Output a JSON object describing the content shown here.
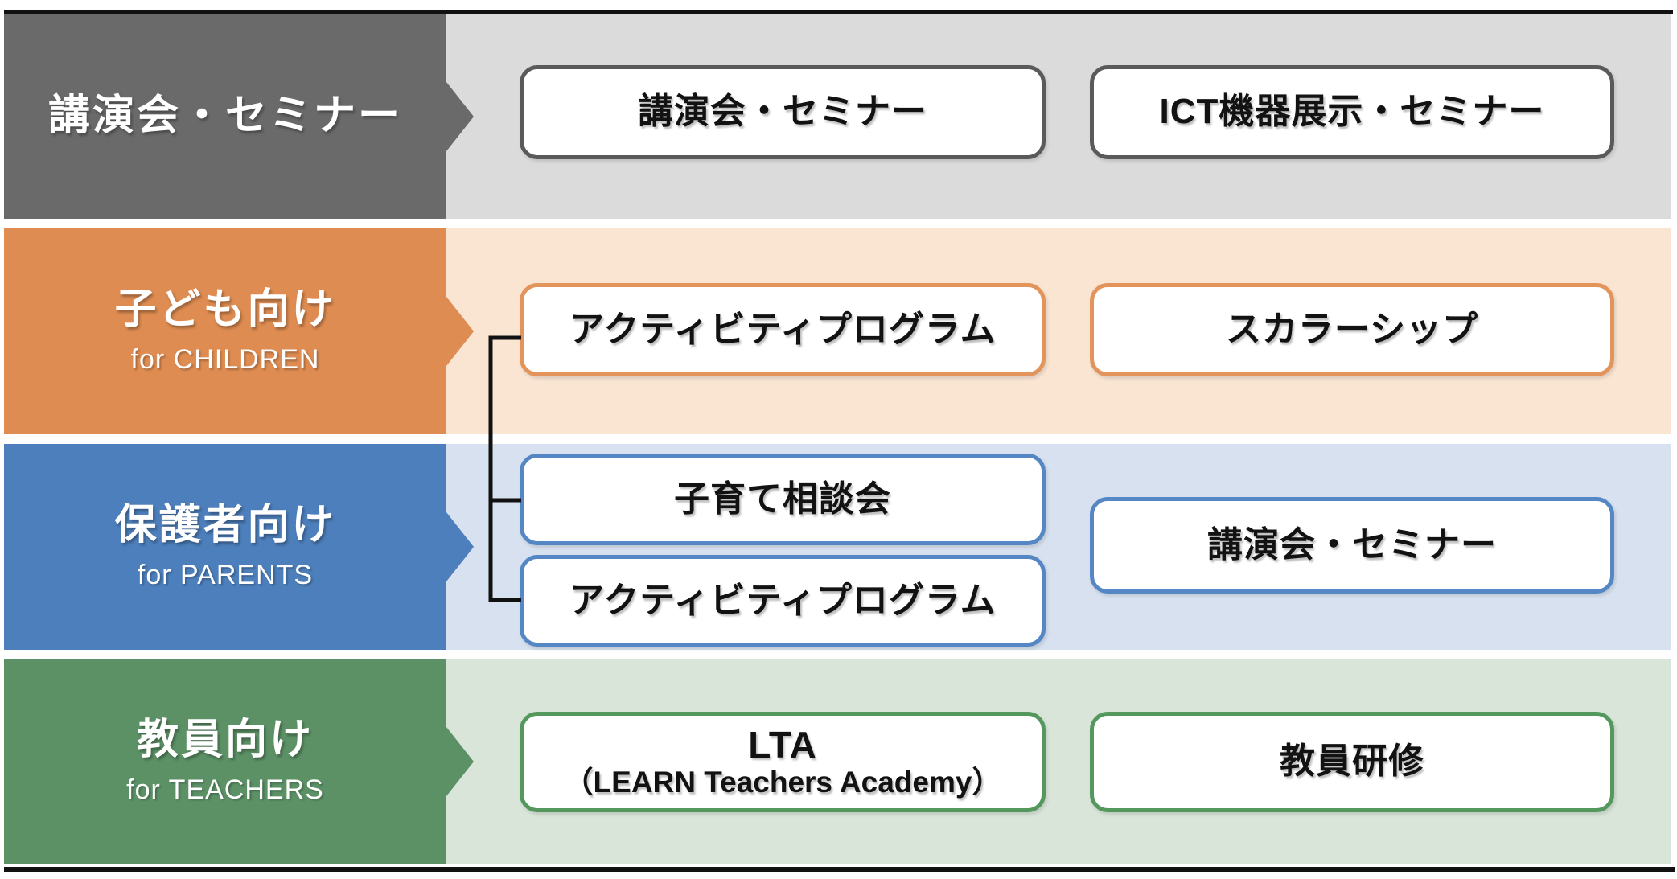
{
  "diagram": {
    "top_rule_color": "#111111",
    "bottom_rule_color": "#111111",
    "connector": {
      "color": "#111111"
    },
    "bands": [
      {
        "label": "講演会・セミナー",
        "sublabel": "",
        "color": "#6a6a6a",
        "bg_color": "#dbdbdb",
        "box_border_color": "#5a5a5a",
        "boxes": [
          {
            "label": "講演会・セミナー"
          },
          {
            "label": "ICT機器展示・セミナー"
          }
        ]
      },
      {
        "label": "子ども向け",
        "sublabel": "for CHILDREN",
        "color": "#de8c51",
        "bg_color": "#fae5d3",
        "box_border_color": "#e2945a",
        "boxes": [
          {
            "label": "アクティビティプログラム"
          },
          {
            "label": "スカラーシップ"
          }
        ]
      },
      {
        "label": "保護者向け",
        "sublabel": "for PARENTS",
        "color": "#4d7fbc",
        "bg_color": "#d7e1ef",
        "box_border_color": "#5587c4",
        "boxes": [
          {
            "label": "子育て相談会"
          },
          {
            "label": "アクティビティプログラム"
          },
          {
            "label": "講演会・セミナー"
          }
        ]
      },
      {
        "label": "教員向け",
        "sublabel": "for TEACHERS",
        "color": "#5c9166",
        "bg_color": "#d9e5d9",
        "box_border_color": "#55985e",
        "boxes": [
          {
            "label": "LTA",
            "sublabel": "（LEARN Teachers Academy）"
          },
          {
            "label": "教員研修"
          }
        ]
      }
    ]
  }
}
